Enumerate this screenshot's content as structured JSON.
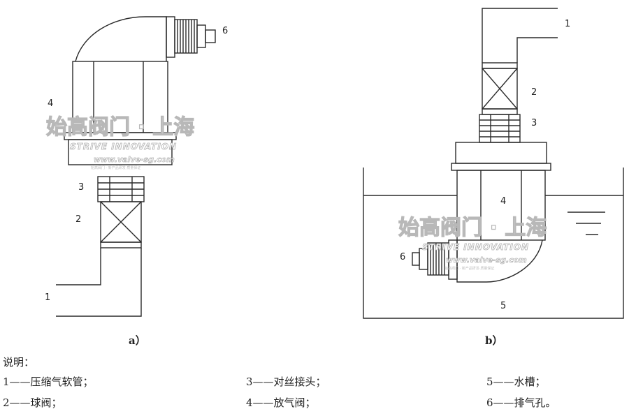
{
  "figure_a": {
    "caption": "a）",
    "labels": {
      "n1": "1",
      "n2": "2",
      "n3": "3",
      "n4": "4",
      "n6": "6"
    }
  },
  "figure_b": {
    "caption": "b）",
    "labels": {
      "n1": "1",
      "n2": "2",
      "n3": "3",
      "n4": "4",
      "n5": "5",
      "n6": "6"
    }
  },
  "watermark": {
    "cn": "始高阀门 · 上海",
    "en": "STRIVE INNOVATION",
    "url": "www.valve-sg.com",
    "small": "始高阀门 · 新产品研发·质量保证"
  },
  "legend": {
    "title": "说明：",
    "items": [
      "1——压缩气软管；",
      "2——球阀；",
      "3——对丝接头；",
      "4——放气阀；",
      "5——水槽；",
      "6——排气孔。"
    ]
  },
  "colors": {
    "line": "#2a2a2a",
    "background": "#ffffff"
  }
}
